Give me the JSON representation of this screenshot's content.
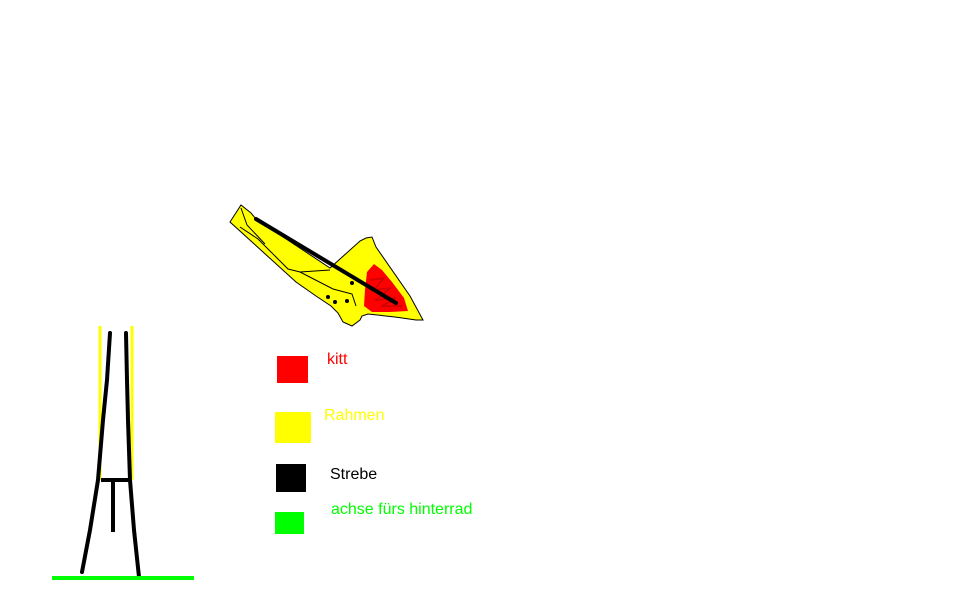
{
  "colors": {
    "kitt": "#ff0000",
    "rahmen": "#ffff00",
    "strebe": "#000000",
    "achse": "#00ff00",
    "background": "#ffffff"
  },
  "legend": [
    {
      "label": "kitt",
      "color": "#ff0000"
    },
    {
      "label": "Rahmen",
      "color": "#ffff00"
    },
    {
      "label": "Strebe",
      "color": "#000000"
    },
    {
      "label": "achse fürs hinterrad",
      "color": "#00ff00"
    }
  ]
}
